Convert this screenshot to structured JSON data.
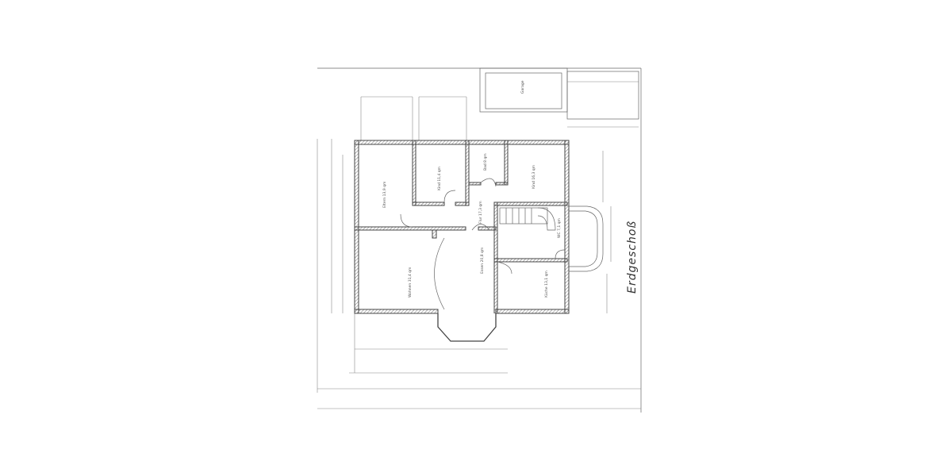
{
  "plan": {
    "title": "Erdgeschoß",
    "garage_label": "Garage",
    "rooms": [
      {
        "name": "Eltern",
        "area": "13,9 qm"
      },
      {
        "name": "Kind",
        "area": "11,4 qm"
      },
      {
        "name": "Bad",
        "area": "8 qm"
      },
      {
        "name": "Kind",
        "area": "16,3 qm"
      },
      {
        "name": "Flur",
        "area": "17,3 qm"
      },
      {
        "name": "Wohnen",
        "area": "31,4 qm"
      },
      {
        "name": "Essen",
        "area": "20,8 qm"
      },
      {
        "name": "Küche",
        "area": "13,1 qm"
      },
      {
        "name": "WC",
        "area": "7,1 qm"
      }
    ]
  }
}
